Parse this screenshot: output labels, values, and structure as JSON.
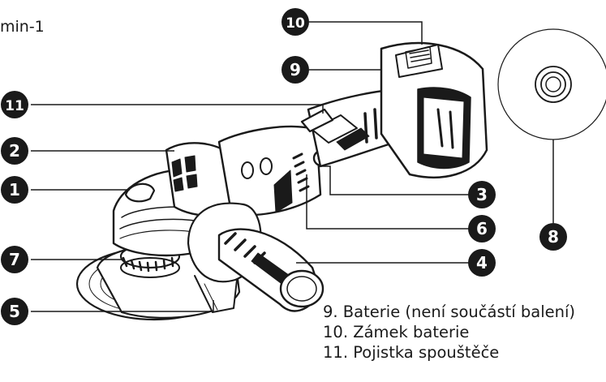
{
  "top_fragment": "min-1",
  "callouts": [
    "1",
    "2",
    "3",
    "4",
    "5",
    "6",
    "7",
    "8",
    "9",
    "10",
    "11"
  ],
  "legend": {
    "item_9": "9. Baterie (není součástí balení)",
    "item_10": "10. Zámek baterie",
    "item_11": "11. Pojistka spouštěče"
  },
  "colors": {
    "badge": "#1a1a1a",
    "line": "#1a1a1a",
    "background": "#ffffff"
  }
}
